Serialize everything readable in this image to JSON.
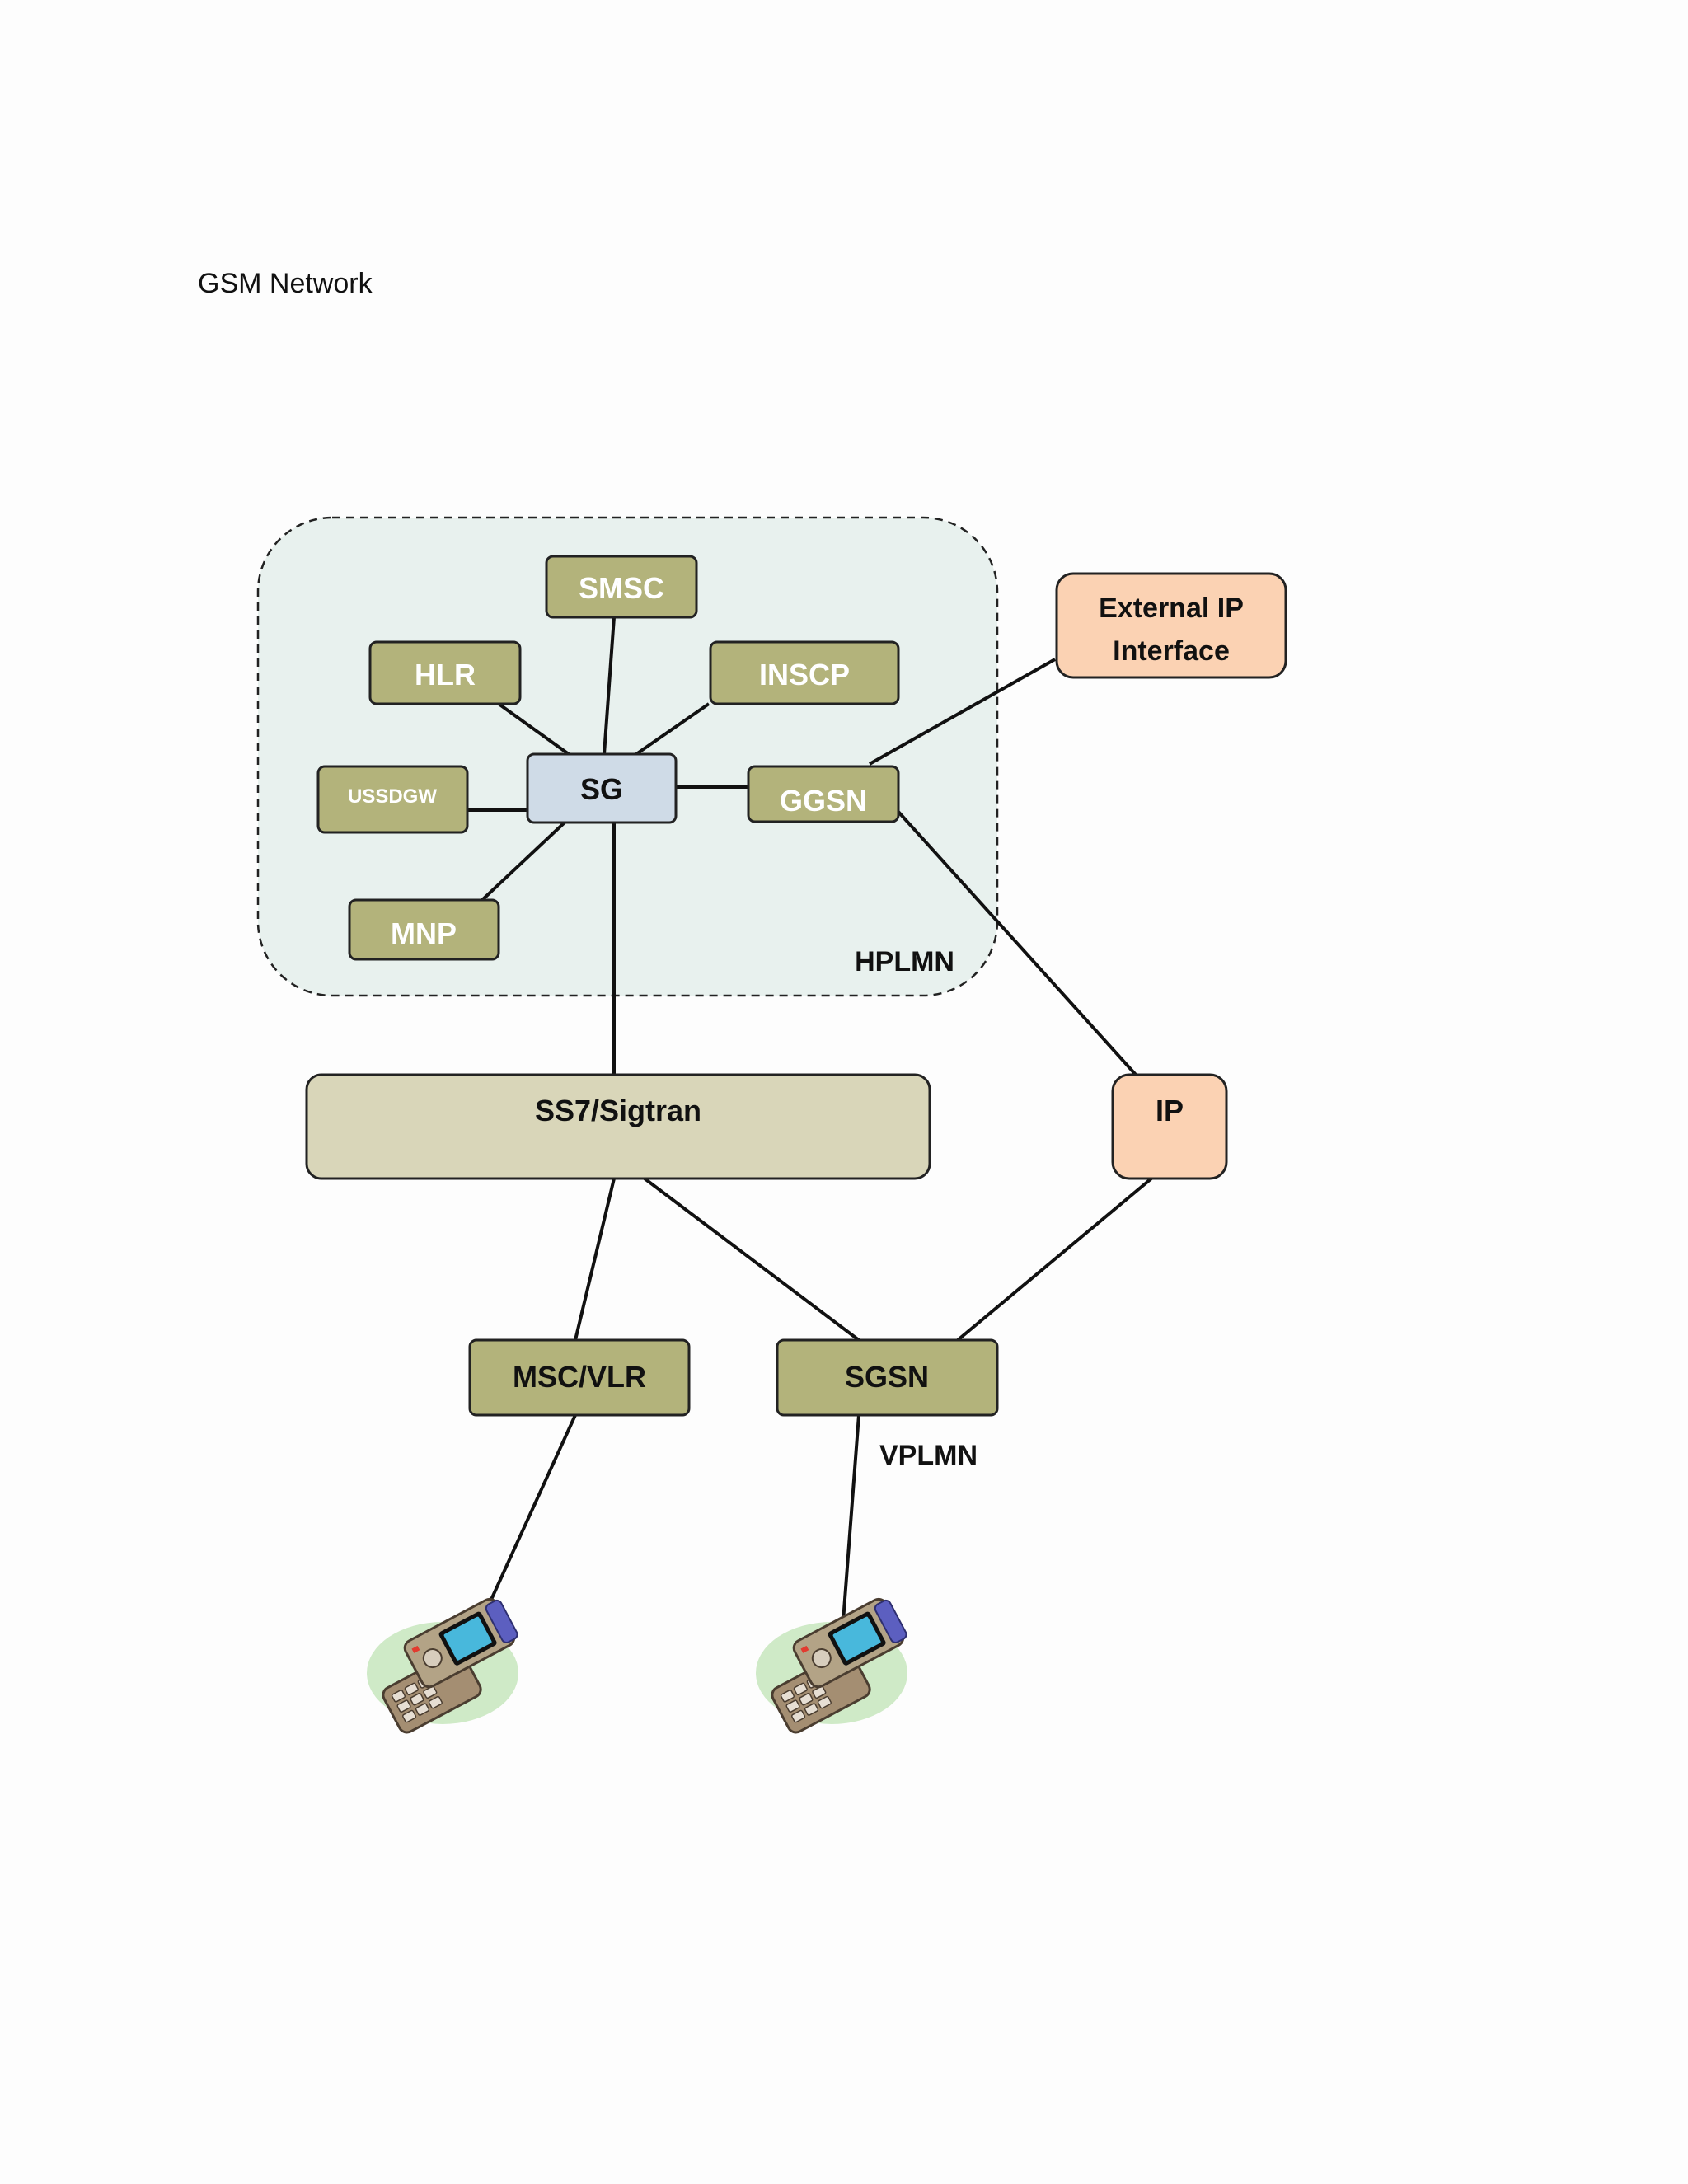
{
  "title": "GSM Network",
  "regions": {
    "hplmn": "HPLMN",
    "vplmn": "VPLMN"
  },
  "nodes": {
    "smsc": "SMSC",
    "hlr": "HLR",
    "inscp": "INSCP",
    "ussdgw": "USSDGW",
    "sg": "SG",
    "ggsn": "GGSN",
    "mnp": "MNP",
    "external_ip_line1": "External IP",
    "external_ip_line2": "Interface",
    "ss7": "SS7/Sigtran",
    "ip": "IP",
    "msc_vlr": "MSC/VLR",
    "sgsn": "SGSN"
  },
  "colors": {
    "network_node": "#b3b37b",
    "signaling_gateway": "#cfdbe7",
    "ip_node": "#fbd2b3",
    "bus": "#d9d6b9",
    "hplmn_region": "#e8f1ee"
  },
  "icons": [
    "mobile-phone-icon",
    "mobile-phone-icon"
  ]
}
